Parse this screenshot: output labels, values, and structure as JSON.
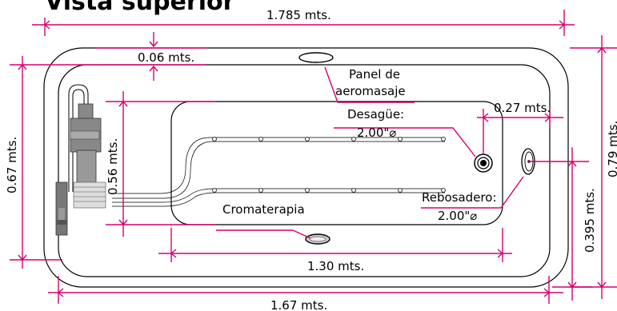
{
  "title": "Vista superior",
  "dimensions": {
    "overall_length": "1.785 mts.",
    "inner_length": "1.67 mts.",
    "basin_length": "1.30 mts.",
    "rim_width": "0.06 mts.",
    "overall_width": "0.79 mts.",
    "inner_width": "0.67 mts.",
    "basin_width": "0.56 mts.",
    "drain_offset": "0.27 mts.",
    "overflow_offset": "0.395 mts."
  },
  "labels": {
    "panel_line1": "Panel de",
    "panel_line2": "aeromasaje",
    "drain_name": "Desagüe:",
    "drain_size": "2.00\"⌀",
    "overflow_name": "Rebosadero:",
    "overflow_size": "2.00\"⌀",
    "chromotherapy": "Cromaterapia"
  },
  "colors": {
    "dimension_lines": "#d6006f",
    "outline": "#000000"
  }
}
